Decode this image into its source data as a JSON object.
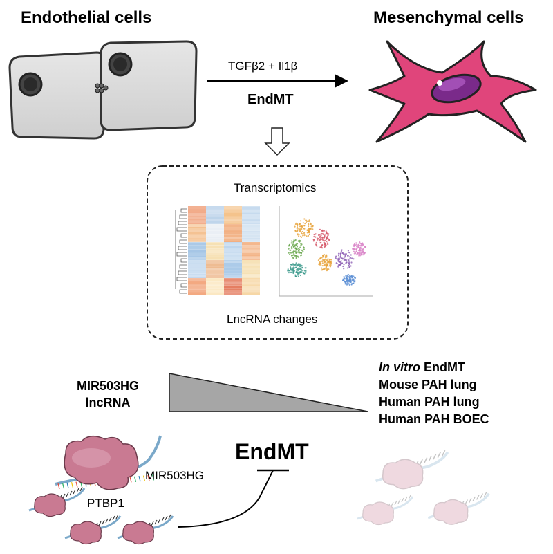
{
  "top": {
    "left_title": "Endothelial cells",
    "right_title": "Mesenchymal cells",
    "arrow_label": "TGFβ2 + Il1β",
    "process_label": "EndMT"
  },
  "panel": {
    "title": "Transcriptomics",
    "footer": "LncRNA changes",
    "scatter_colors": [
      "#e7a33a",
      "#6aa84f",
      "#3c9a8c",
      "#d65a6a",
      "#8d5fb5",
      "#5b8fd4",
      "#d984c8"
    ]
  },
  "gradient": {
    "left_label_line1": "MIR503HG",
    "left_label_line2": "lncRNA",
    "conditions": [
      {
        "italic": "In vitro",
        "rest": " EndMT"
      },
      {
        "italic": "",
        "rest": "Mouse PAH lung"
      },
      {
        "italic": "",
        "rest": "Human PAH lung"
      },
      {
        "italic": "",
        "rest": "Human PAH BOEC"
      }
    ]
  },
  "bottom": {
    "center_label": "EndMT",
    "rna_label": "MIR503HG",
    "protein_label": "PTBP1"
  },
  "colors": {
    "cell_fill": "#d9d9d9",
    "mesenchymal": "#e0457b",
    "nucleus": "#7a2a8a",
    "protein": "#c97a92",
    "triangle": "#a6a6a6"
  }
}
